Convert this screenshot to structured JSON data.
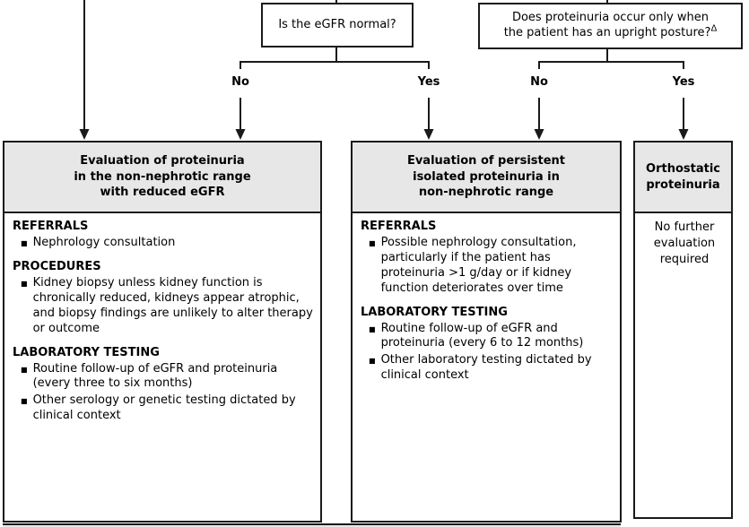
{
  "colors": {
    "line": "#1a1a1a",
    "header_fill": "#e7e7e7",
    "text": "#000000",
    "background": "#ffffff"
  },
  "glyphs": {
    "bullet": "■"
  },
  "decisions": {
    "egfr": {
      "text": "Is the eGFR normal?"
    },
    "posture": {
      "text": "Does proteinuria occur only when\nthe patient has an upright posture?",
      "footnote_marker": "Δ"
    }
  },
  "branch_labels": {
    "egfr_no": "No",
    "egfr_yes": "Yes",
    "posture_no": "No",
    "posture_yes": "Yes"
  },
  "outcomes": [
    {
      "title": "Evaluation of proteinuria\nin the non-nephrotic range\nwith reduced eGFR",
      "sections": [
        {
          "heading": "REFERRALS",
          "bullets": [
            "Nephrology consultation"
          ]
        },
        {
          "heading": "PROCEDURES",
          "bullets": [
            "Kidney biopsy unless kidney function is chronically reduced, kidneys appear atrophic, and biopsy findings are unlikely to alter therapy or outcome"
          ]
        },
        {
          "heading": "LABORATORY TESTING",
          "bullets": [
            "Routine follow-up of eGFR and proteinuria (every three to six months)",
            "Other serology or genetic testing dictated by clinical context"
          ]
        }
      ]
    },
    {
      "title": "Evaluation of persistent\nisolated proteinuria in\nnon-nephrotic range",
      "sections": [
        {
          "heading": "REFERRALS",
          "bullets": [
            "Possible nephrology consultation, particularly if the patient has proteinuria >1 g/day or if kidney function deteriorates over time"
          ]
        },
        {
          "heading": "LABORATORY TESTING",
          "bullets": [
            "Routine follow-up of eGFR and proteinuria (every 6 to 12 months)",
            "Other laboratory testing dictated by clinical context"
          ]
        }
      ]
    },
    {
      "title": "Orthostatic\nproteinuria",
      "body": "No further\nevaluation\nrequired"
    }
  ]
}
